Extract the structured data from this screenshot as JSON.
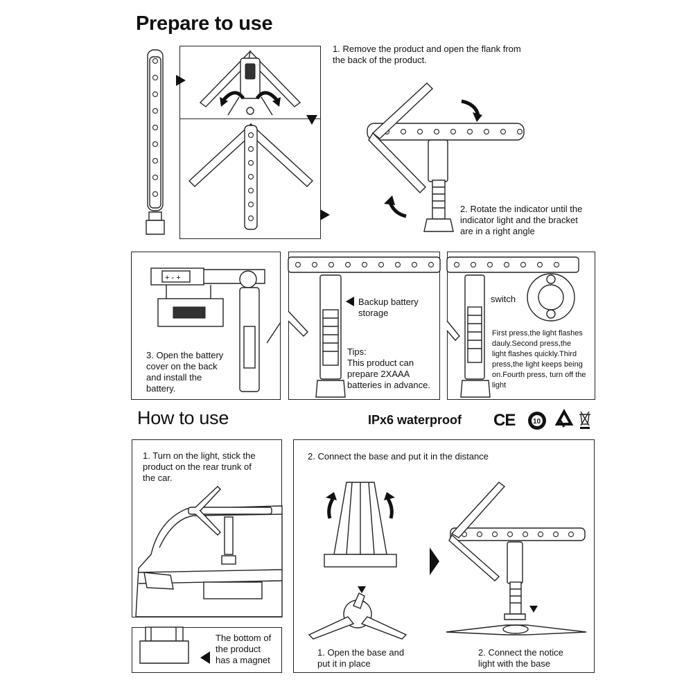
{
  "sections": {
    "prepare_title": "Prepare to use",
    "how_title": "How to use",
    "waterproof": "IPx6 waterproof",
    "cert_ce": "CE",
    "cert_ten": "10"
  },
  "prepare": {
    "step1": "1. Remove the product and open the flank from\nthe back of the product.",
    "step2": "2. Rotate the indicator until the\nindicator light and the bracket\nare in a right angle",
    "step3": "3. Open the battery\ncover on the back\nand install the\nbattery.",
    "backup": "Backup battery\nstorage",
    "tips": "Tips:\nThis product can\nprepare 2XAAA\nbatteries in advance.",
    "switch_label": "switch",
    "switch_desc": "First press,the light flashes\ndauly.Second press,the\nlight flashes quickly.Third\npress,the light keeps being\non.Fourth press, turn off the\nlight"
  },
  "how": {
    "step1": "1. Turn on the light, stick the\nproduct on the rear trunk of\nthe car.",
    "magnet": "The bottom of\nthe product\nhas a magnet",
    "step2": "2. Connect the base and put it in the distance",
    "sub1": "1. Open the base and\nput it in place",
    "sub2": "2. Connect the notice\nlight with the base"
  }
}
